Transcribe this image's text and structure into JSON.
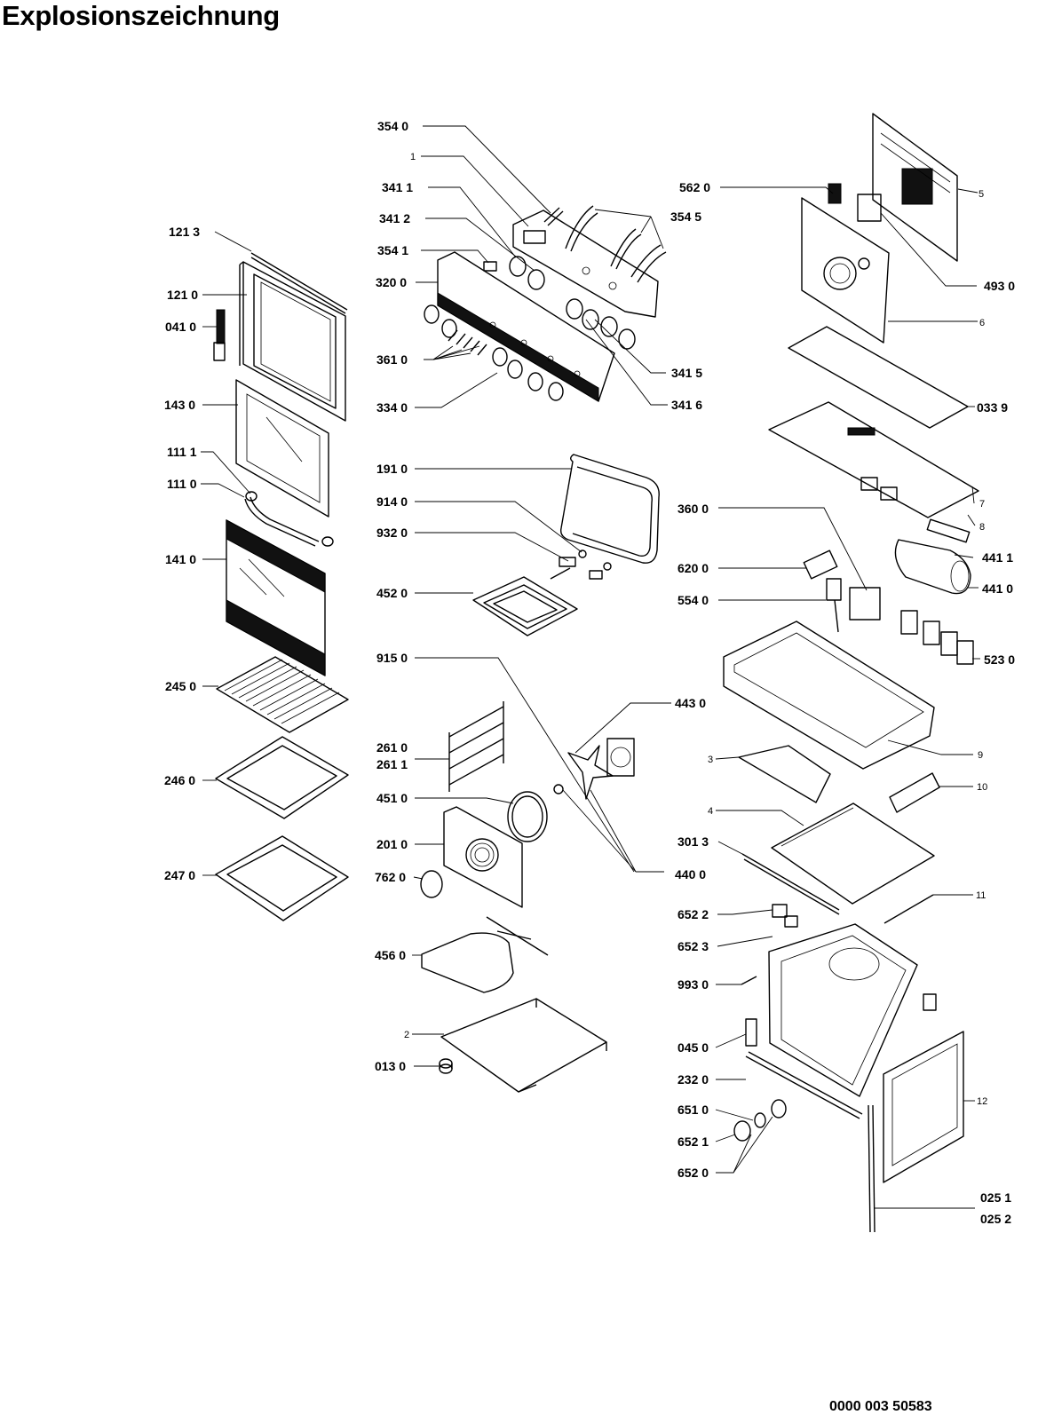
{
  "title": "Explosionszeichnung",
  "document_number": "0000 003 50583",
  "callouts": [
    {
      "id": "c-354-0",
      "label": "354 0"
    },
    {
      "id": "c-1",
      "label": "1"
    },
    {
      "id": "c-341-1",
      "label": "341 1"
    },
    {
      "id": "c-341-2",
      "label": "341 2"
    },
    {
      "id": "c-354-1",
      "label": "354 1"
    },
    {
      "id": "c-320-0",
      "label": "320 0"
    },
    {
      "id": "c-361-0",
      "label": "361 0"
    },
    {
      "id": "c-334-0",
      "label": "334 0"
    },
    {
      "id": "c-354-5",
      "label": "354 5"
    },
    {
      "id": "c-341-5",
      "label": "341 5"
    },
    {
      "id": "c-341-6",
      "label": "341 6"
    },
    {
      "id": "c-121-3",
      "label": "121 3"
    },
    {
      "id": "c-121-0",
      "label": "121 0"
    },
    {
      "id": "c-041-0",
      "label": "041 0"
    },
    {
      "id": "c-143-0",
      "label": "143 0"
    },
    {
      "id": "c-111-1",
      "label": "111 1"
    },
    {
      "id": "c-111-0",
      "label": "111 0"
    },
    {
      "id": "c-141-0",
      "label": "141 0"
    },
    {
      "id": "c-245-0",
      "label": "245 0"
    },
    {
      "id": "c-246-0",
      "label": "246 0"
    },
    {
      "id": "c-247-0",
      "label": "247 0"
    },
    {
      "id": "c-191-0",
      "label": "191 0"
    },
    {
      "id": "c-914-0",
      "label": "914 0"
    },
    {
      "id": "c-932-0",
      "label": "932 0"
    },
    {
      "id": "c-452-0",
      "label": "452 0"
    },
    {
      "id": "c-915-0",
      "label": "915 0"
    },
    {
      "id": "c-261-0",
      "label": "261 0"
    },
    {
      "id": "c-261-1",
      "label": "261 1"
    },
    {
      "id": "c-451-0",
      "label": "451 0"
    },
    {
      "id": "c-201-0",
      "label": "201 0"
    },
    {
      "id": "c-762-0",
      "label": "762 0"
    },
    {
      "id": "c-456-0",
      "label": "456 0"
    },
    {
      "id": "c-2",
      "label": "2"
    },
    {
      "id": "c-013-0",
      "label": "013 0"
    },
    {
      "id": "c-443-0",
      "label": "443 0"
    },
    {
      "id": "c-440-0",
      "label": "440 0"
    },
    {
      "id": "c-562-0",
      "label": "562 0"
    },
    {
      "id": "c-5",
      "label": "5"
    },
    {
      "id": "c-493-0",
      "label": "493 0"
    },
    {
      "id": "c-6",
      "label": "6"
    },
    {
      "id": "c-033-9",
      "label": "033 9"
    },
    {
      "id": "c-7",
      "label": "7"
    },
    {
      "id": "c-8",
      "label": "8"
    },
    {
      "id": "c-360-0",
      "label": "360 0"
    },
    {
      "id": "c-441-1",
      "label": "441 1"
    },
    {
      "id": "c-620-0",
      "label": "620 0"
    },
    {
      "id": "c-441-0",
      "label": "441 0"
    },
    {
      "id": "c-554-0",
      "label": "554 0"
    },
    {
      "id": "c-523-0",
      "label": "523 0"
    },
    {
      "id": "c-9",
      "label": "9"
    },
    {
      "id": "c-3",
      "label": "3"
    },
    {
      "id": "c-10",
      "label": "10"
    },
    {
      "id": "c-4",
      "label": "4"
    },
    {
      "id": "c-301-3",
      "label": "301 3"
    },
    {
      "id": "c-11",
      "label": "11"
    },
    {
      "id": "c-652-2",
      "label": "652 2"
    },
    {
      "id": "c-652-3",
      "label": "652 3"
    },
    {
      "id": "c-993-0",
      "label": "993 0"
    },
    {
      "id": "c-045-0",
      "label": "045 0"
    },
    {
      "id": "c-232-0",
      "label": "232 0"
    },
    {
      "id": "c-12",
      "label": "12"
    },
    {
      "id": "c-651-0",
      "label": "651 0"
    },
    {
      "id": "c-652-1",
      "label": "652 1"
    },
    {
      "id": "c-652-0",
      "label": "652 0"
    },
    {
      "id": "c-025-1",
      "label": "025 1"
    },
    {
      "id": "c-025-2",
      "label": "025 2"
    }
  ]
}
